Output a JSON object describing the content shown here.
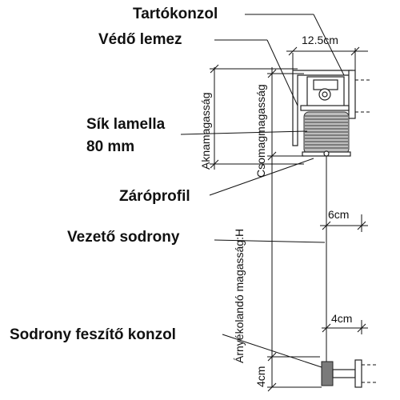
{
  "labels": {
    "tartokonzol": "Tartókonzol",
    "vedo_lemez": "Védő lemez",
    "sik_lamella_1": "Sík lamella",
    "sik_lamella_2": "80 mm",
    "zaroprofil": "Záróprofil",
    "vezeto_sodrony": "Vezető sodrony",
    "sodrony_feszito_konzol": "Sodrony feszítő konzol"
  },
  "dimensions": {
    "width_top": "12.5cm",
    "wire_offset": "6cm",
    "bracket_offset": "4cm",
    "bottom_gap": "4cm",
    "aknamagassag": "Aknamagasság",
    "csomagmagassag": "Csomagmagasság",
    "arnyekolando_magassag": "Árnyékolandó magasság:H"
  },
  "colors": {
    "lines": "#111111",
    "lamella_fill": "#bdbdbd",
    "bracket_fill": "#7a7a7a"
  }
}
